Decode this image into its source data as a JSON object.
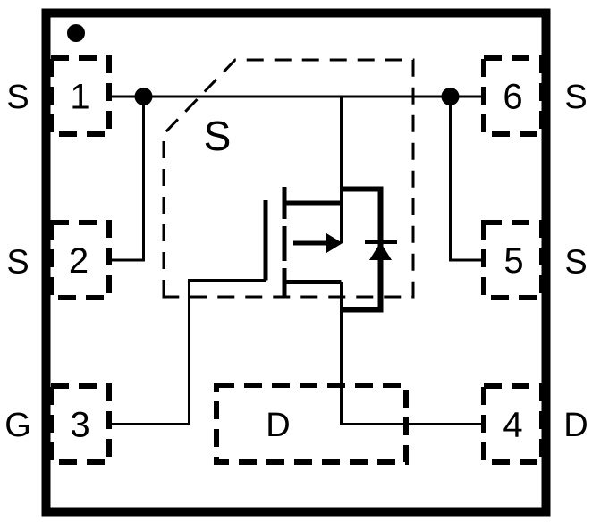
{
  "pins": {
    "left": [
      {
        "number": "1",
        "function": "S"
      },
      {
        "number": "2",
        "function": "S"
      },
      {
        "number": "3",
        "function": "G"
      }
    ],
    "right": [
      {
        "number": "6",
        "function": "S"
      },
      {
        "number": "5",
        "function": "S"
      },
      {
        "number": "4",
        "function": "D"
      }
    ]
  },
  "pad": {
    "label": "D"
  },
  "region": {
    "label": "S"
  },
  "colors": {
    "ink": "#000000",
    "background": "#ffffff"
  }
}
